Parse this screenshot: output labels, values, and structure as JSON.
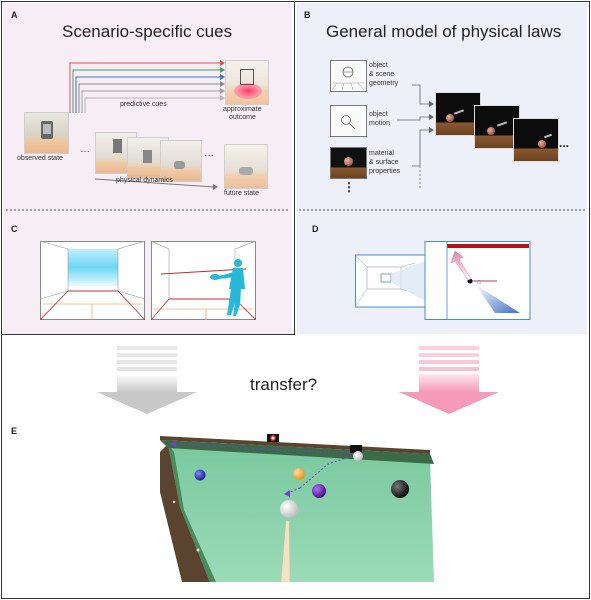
{
  "panelA": {
    "letter": "A",
    "title": "Scenario-specific cues",
    "observed_label": "observed state",
    "predictive_label": "predictive cues",
    "outcome_label_1": "approximate",
    "outcome_label_2": "outcome",
    "dynamics_label": "physical dynamics",
    "future_label": "future state",
    "ellipsis": "…"
  },
  "panelB": {
    "letter": "B",
    "title": "General model of physical laws",
    "item1": [
      "object",
      "& scene",
      "geometry"
    ],
    "item2": [
      "object",
      "motion"
    ],
    "item3": [
      "material",
      "& surface",
      "properties"
    ],
    "more": "⋮",
    "ellipsis": "..."
  },
  "panelC": {
    "letter": "C"
  },
  "panelD": {
    "letter": "D"
  },
  "middle": {
    "transfer": "transfer?"
  },
  "panelE": {
    "letter": "E"
  },
  "colors": {
    "panelA_bg": "#f7eef4",
    "panelB_bg": "#eef1f8",
    "arrow_red": "#e05060",
    "arrow_green": "#40a060",
    "arrow_blue": "#4070c0",
    "table_felt": "#7fcfa8",
    "court_cyan": "#2ab8d8"
  }
}
